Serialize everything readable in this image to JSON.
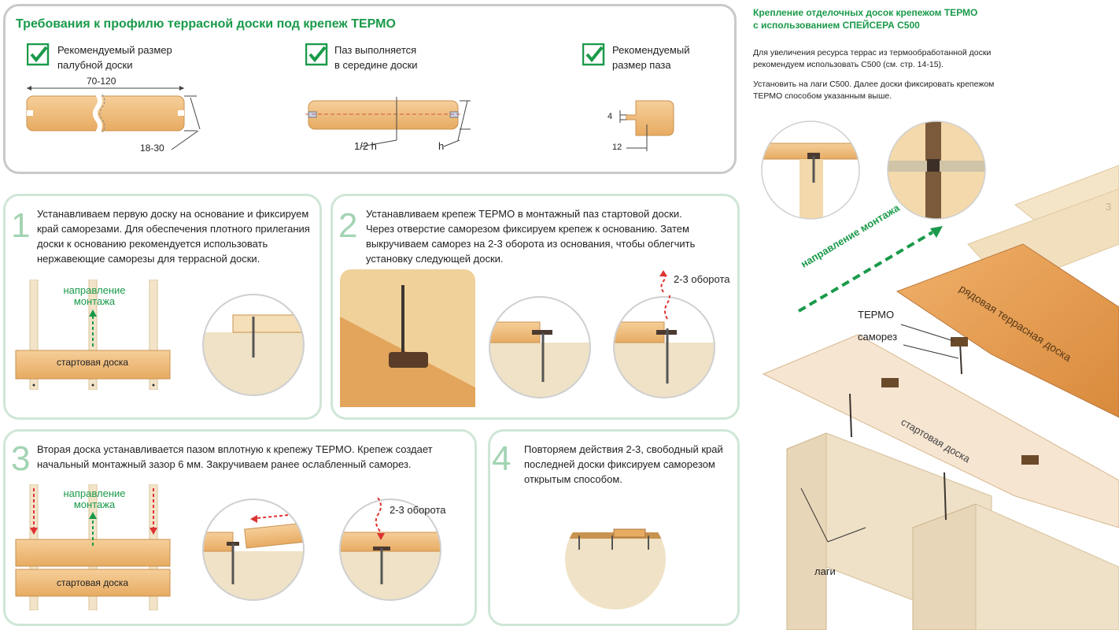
{
  "requirements": {
    "title": "Требования к профилю террасной доски под крепеж ТЕРМО",
    "items": [
      {
        "line1": "Рекомендуемый размер",
        "line2": "палубной доски"
      },
      {
        "line1": "Паз выполняется",
        "line2": "в середине доски"
      },
      {
        "line1": "Рекомендуемый",
        "line2": "размер паза"
      }
    ],
    "dims": {
      "width": "70-120",
      "thickness": "18-30",
      "half": "1/2 h",
      "h": "h",
      "groove_h": "4",
      "groove_d": "12"
    }
  },
  "steps": [
    {
      "num": "1",
      "lines": [
        "Устанавливаем первую доску на основание и фиксируем",
        "край саморезами. Для обеспечения плотного прилегания",
        "доски к основанию рекомендуется использовать",
        "нержавеющие саморезы для террасной доски."
      ],
      "dir1": "направление",
      "dir2": "монтажа",
      "board": "стартовая доска"
    },
    {
      "num": "2",
      "lines": [
        "Устанавливаем крепеж ТЕРМО в монтажный паз стартовой доски.",
        "Через отверстие саморезом фиксируем крепеж к основанию. Затем",
        "выкручиваем саморез на 2-3 оборота из основания, чтобы облегчить",
        "установку следующей доски."
      ],
      "turns": "2-3 оборота"
    },
    {
      "num": "3",
      "lines": [
        "Вторая доска устанавливается пазом вплотную к крепежу ТЕРМО. Крепеж создает",
        "начальный монтажный зазор 6 мм. Закручиваем ранее ослабленный саморез."
      ],
      "dir1": "направление",
      "dir2": "монтажа",
      "board": "стартовая доска",
      "turns": "2-3 оборота"
    },
    {
      "num": "4",
      "lines": [
        "Повторяем действия 2-3, свободный край",
        "последней доски фиксируем саморезом",
        "открытым способом."
      ]
    }
  ],
  "spacer": {
    "title1": "Крепление отделочных досок крепежом ТЕРМО",
    "title2": "с использованием СПЕЙСЕРА С500",
    "p1a": "Для увеличения ресурса террас из термообработанной доски",
    "p1b": "рекомендуем использовать С500 (см. стр. 14-15).",
    "p2a": "Установить на лаги С500. Далее доски фиксировать крепежом",
    "p2b": "ТЕРМО способом указанным выше.",
    "direction": "направление монтажа",
    "row_board": "рядовая террасная доска",
    "termo": "ТЕРМО",
    "screw": "саморез",
    "start_board": "стартовая доска",
    "joists": "лаги",
    "corner": "3"
  }
}
